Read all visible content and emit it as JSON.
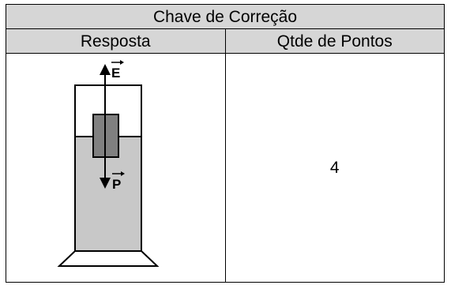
{
  "table": {
    "title": "Chave de Correção",
    "headers": {
      "answer": "Resposta",
      "points": "Qtde de Pontos"
    },
    "row": {
      "points_value": "4"
    }
  },
  "figure": {
    "labels": {
      "thrust": "E",
      "weight": "P"
    },
    "colors": {
      "liquid": "#c8c8c8",
      "block": "#808080",
      "outline": "#000000"
    }
  }
}
